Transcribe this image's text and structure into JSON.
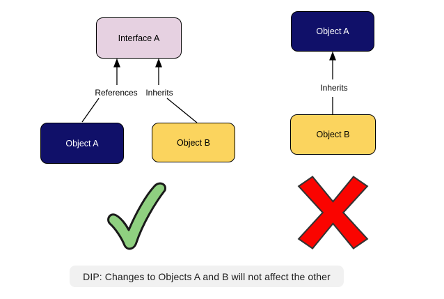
{
  "colors": {
    "navy": "#101069",
    "yellow": "#fbd45e",
    "pink": "#e6d1e1",
    "green": "#8fd080",
    "red": "#fa0400",
    "caption_bg": "#f1f1f1",
    "line": "#000000"
  },
  "left_diagram": {
    "interface_a": "Interface A",
    "object_a": "Object A",
    "object_b": "Object B",
    "edge_references": "References",
    "edge_inherits": "Inherits",
    "result": "check"
  },
  "right_diagram": {
    "object_a": "Object A",
    "object_b": "Object B",
    "edge_inherits": "Inherits",
    "result": "cross"
  },
  "caption": {
    "text": "DIP: Changes to Objects A and B will not affect the other"
  }
}
